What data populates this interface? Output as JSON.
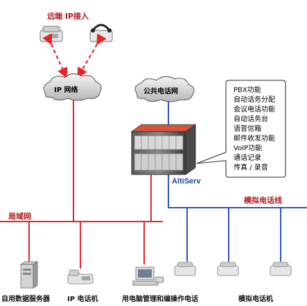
{
  "remote": {
    "label": "远端 IP接入"
  },
  "clouds": {
    "ip_network": "IP 网络",
    "public_network": "公共电话网"
  },
  "server": {
    "name": "AltiServ"
  },
  "features": [
    "PBX功能",
    "自动话务分配",
    "会议电话功能",
    "自动话务台",
    "语音信箱",
    "邮件收发功能",
    "VoIP功能",
    "通话记录",
    "传真 / 录音"
  ],
  "lines": {
    "lan": "局域网",
    "analog_line": "模拟电话线"
  },
  "bottom": {
    "db_server": "自用数据服务器",
    "ip_phone": "IP 电话机",
    "pc_phone": "用电脑管理和编操作电话",
    "analog_phone": "模拟电话机"
  },
  "colors": {
    "red_line": "#e8222b",
    "blue_line": "#2b50c8",
    "label_red": "#b3171b"
  }
}
